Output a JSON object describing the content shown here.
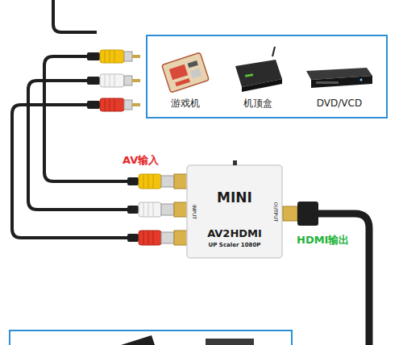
{
  "diagram": {
    "nodes": [
      {
        "text": [
          "INPUT",
          "MINI",
          "AV2HDMI",
          "UP Scaler 1080P",
          "OUTPUT"
        ]
      }
    ],
    "labels": [
      "游戏机",
      "机顶盒",
      "DVD/VCD",
      "AV输入",
      "HDMI输出"
    ]
  }
}
